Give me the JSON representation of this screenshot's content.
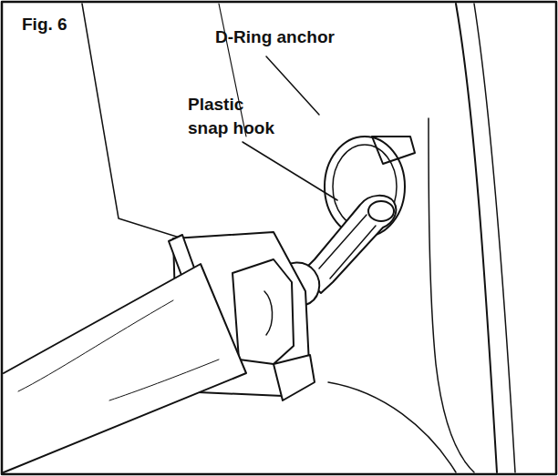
{
  "diagram": {
    "labels": [
      "Fig. 6",
      "D-Ring anchor",
      "Plastic snap hook"
    ]
  }
}
